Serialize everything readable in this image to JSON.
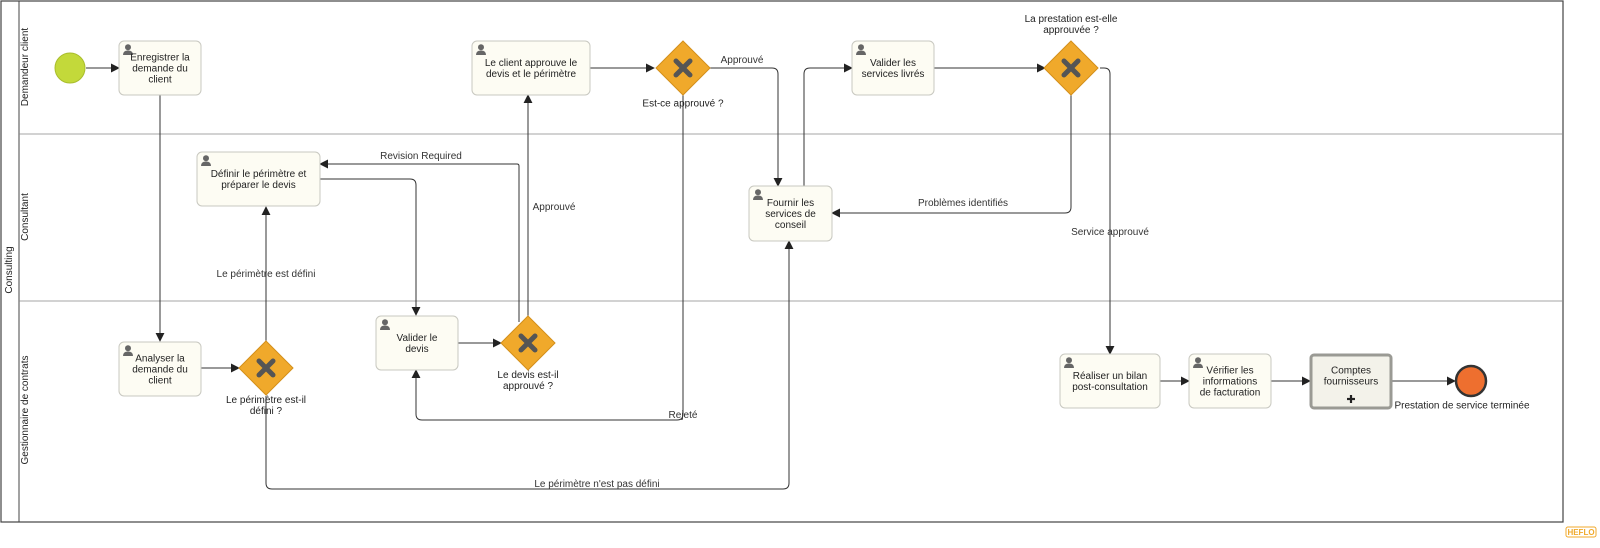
{
  "pool": {
    "label": "Consulting"
  },
  "lanes": [
    {
      "id": "demandeur",
      "label": "Demandeur client"
    },
    {
      "id": "consultant",
      "label": "Consultant"
    },
    {
      "id": "gestionnaire",
      "label": "Gestionnaire de contrats"
    }
  ],
  "tasks": {
    "t1": [
      "Enregistrer la",
      "demande du",
      "client"
    ],
    "t2": [
      "Le client approuve le",
      "devis et le périmètre"
    ],
    "t3": [
      "Valider les",
      "services livrés"
    ],
    "t4": [
      "Définir le périmètre et",
      "préparer le devis"
    ],
    "t5": [
      "Fournir les",
      "services de",
      "conseil"
    ],
    "t6": [
      "Analyser la",
      "demande du",
      "client"
    ],
    "t7": [
      "Valider le",
      "devis"
    ],
    "t8": [
      "Réaliser un bilan",
      "post-consultation"
    ],
    "t9": [
      "Vérifier les",
      "informations",
      "de facturation"
    ]
  },
  "subprocess": {
    "sp1": [
      "Comptes",
      "fournisseurs"
    ]
  },
  "gateways": {
    "g1": [
      "Est-ce approuvé ?"
    ],
    "g2": [
      "La prestation est-elle",
      "approuvée ?"
    ],
    "g3": [
      "Le périmètre est-il",
      "défini ?"
    ],
    "g4": [
      "Le devis est-il",
      "approuvé ?"
    ]
  },
  "events": {
    "end": [
      "Prestation de service terminée"
    ]
  },
  "flows": {
    "f_approuve_top": "Approuvé",
    "f_revision": "Revision Required",
    "f_approuve_mid": "Approuvé",
    "f_problemes": "Problèmes identifiés",
    "f_service_approuve": "Service approuvé",
    "f_perimetre_defini": "Le périmètre est défini",
    "f_rejete": "Rejeté",
    "f_perimetre_non": "Le périmètre n'est pas défini"
  },
  "watermark": "HEFLO",
  "colors": {
    "task_fill": "#fdfcf3",
    "task_stroke": "#c8c8c0",
    "gateway": "#f0a92b",
    "start": "#c3d93a",
    "end": "#ee6f2f",
    "line": "#333333"
  }
}
